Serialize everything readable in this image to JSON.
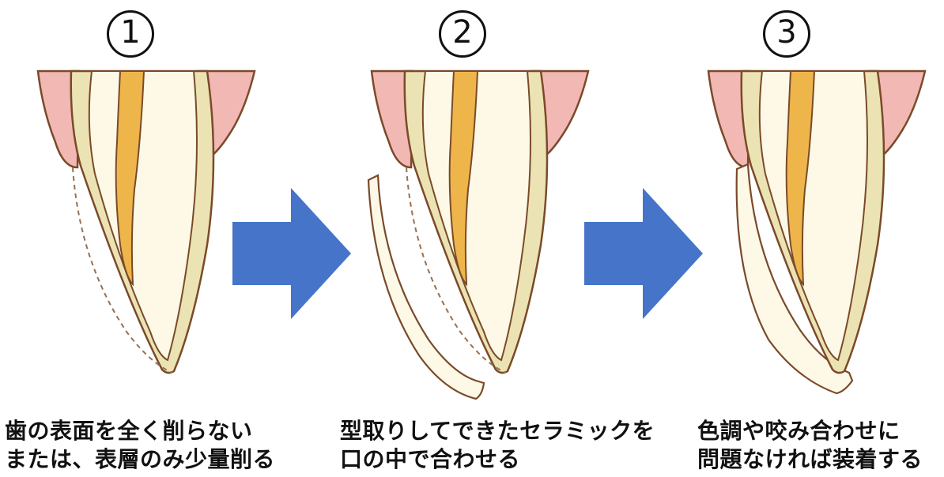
{
  "steps": [
    {
      "number": "1",
      "caption_line1": "歯の表面を全く削らない",
      "caption_line2": "または、表層のみ少量削る"
    },
    {
      "number": "2",
      "caption_line1": "型取りしてできたセラミックを",
      "caption_line2": "口の中で合わせる"
    },
    {
      "number": "3",
      "caption_line1": "色調や咬み合わせに",
      "caption_line2": "問題なければ装着する"
    }
  ],
  "colors": {
    "gum": "#f2b8b4",
    "outline": "#7a4a2a",
    "dentin": "#ece3b4",
    "enamel": "#fdf9e6",
    "pulp": "#eeb64a",
    "arrow": "#4674c8"
  }
}
